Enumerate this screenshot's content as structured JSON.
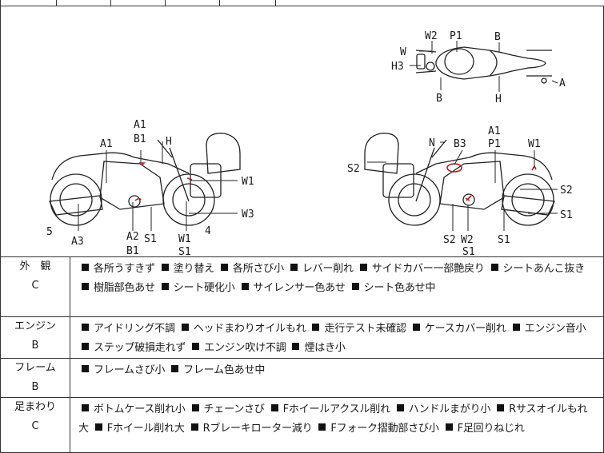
{
  "diagram": {
    "labels": {
      "left": {
        "a1_top": "A1",
        "b1_top": "B1",
        "h": "H",
        "a1_left": "A1",
        "w1": "W1",
        "w3": "W3",
        "five": "5",
        "a3": "A3",
        "a2": "A2",
        "b1_bottom": "B1",
        "s1": "S1",
        "w1_bottom": "W1",
        "s1_bottom": "S1",
        "four": "4"
      },
      "right": {
        "n": "N",
        "b3": "B3",
        "a1": "A1",
        "p1": "P1",
        "w1": "W1",
        "s2_left": "S2",
        "s2_right": "S2",
        "s1_right": "S1",
        "s2_bottom": "S2",
        "w2": "W2",
        "s1_mid": "S1",
        "s1_bottom": "S1"
      },
      "top": {
        "w2": "W2",
        "p1": "P1",
        "b_top": "B",
        "w": "W",
        "h3": "H3",
        "a": "A",
        "b_bottom": "B",
        "h": "H"
      }
    }
  },
  "sections": [
    {
      "category": "外　観",
      "grade": "C",
      "items": [
        "各所うすきず",
        "塗り替え",
        "各所さび小",
        "レバー削れ",
        "サイドカバー一部艶戻り",
        "シートあんこ抜き",
        "樹脂部色あせ",
        "シート硬化小",
        "サイレンサー色あせ",
        "シート色あせ中"
      ]
    },
    {
      "category": "エンジン",
      "grade": "B",
      "items": [
        "アイドリング不調",
        "ヘッドまわりオイルもれ",
        "走行テスト未確認",
        "ケースカバー削れ",
        "エンジン音小",
        "ステップ破損走れず",
        "エンジン吹け不調",
        "煙はき小"
      ]
    },
    {
      "category": "フレーム",
      "grade": "B",
      "items": [
        "フレームさび小",
        "フレーム色あせ中"
      ]
    },
    {
      "category": "足まわり",
      "grade": "C",
      "items": [
        "ボトムケース削れ小",
        "チェーンさび",
        "Fホイールアクスル削れ",
        "ハンドルまがり小",
        "Rサスオイルもれ大",
        "Fホイール削れ大",
        "Rブレーキローター減り",
        "Fフォーク摺動部さび小",
        "F足回りねじれ"
      ]
    }
  ]
}
